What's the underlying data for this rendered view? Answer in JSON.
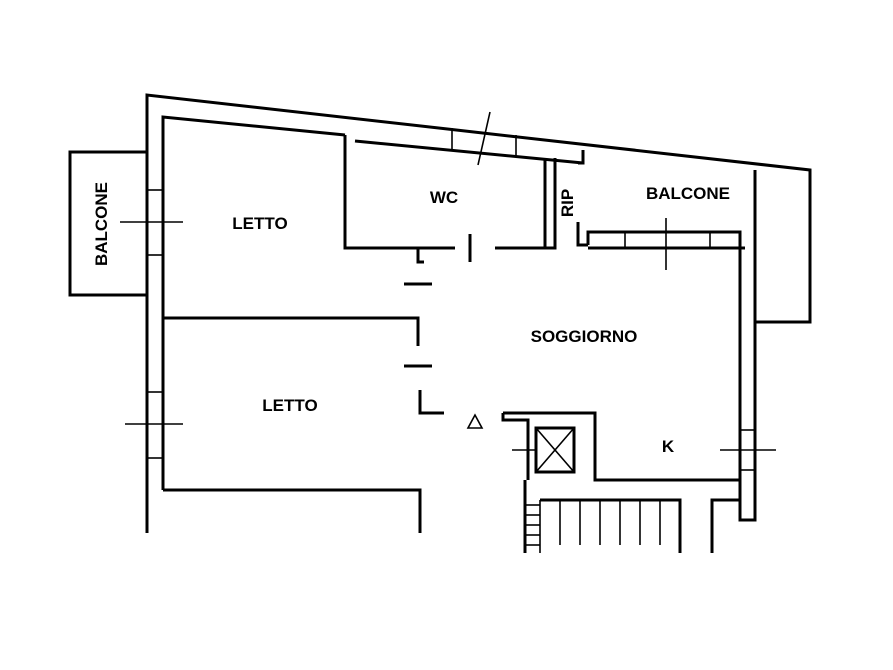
{
  "rooms": {
    "balcone_left": "BALCONE",
    "letto_top": "LETTO",
    "wc": "WC",
    "rip": "RIP",
    "balcone_right": "BALCONE",
    "soggiorno": "SOGGIORNO",
    "letto_bottom": "LETTO",
    "kitchen": "K"
  },
  "colors": {
    "wall": "#000000",
    "background": "#ffffff"
  }
}
